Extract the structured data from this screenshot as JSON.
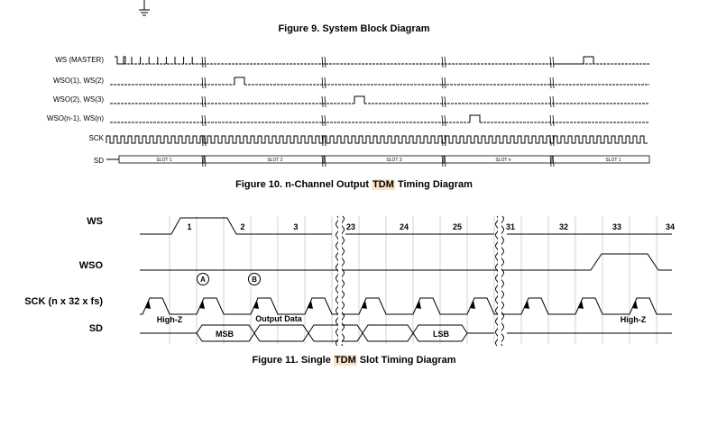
{
  "captions": {
    "fig9": "Figure 9. System Block Diagram",
    "fig10_pre": "Figure 10. n-Channel Output ",
    "fig10_hl": "TDM",
    "fig10_post": " Timing Diagram",
    "fig11_pre": "Figure 11. Single ",
    "fig11_hl": "TDM",
    "fig11_post": " Slot Timing Diagram"
  },
  "fig10": {
    "signals": [
      "WS (MASTER)",
      "WSO(1), WS(2)",
      "WSO(2), WS(3)",
      "WSO(n-1), WS(n)",
      "SCK",
      "SD"
    ],
    "slots": [
      "SLOT 1",
      "SLOT 2",
      "SLOT 3",
      "SLOT n",
      "SLOT 1"
    ]
  },
  "fig11": {
    "signals": [
      "WS",
      "WSO",
      "SCK (n x 32 x fs)",
      "SD"
    ],
    "ticks": [
      "1",
      "2",
      "3",
      "23",
      "24",
      "25",
      "31",
      "32",
      "33",
      "34"
    ],
    "markers": [
      "A",
      "B"
    ],
    "labels": {
      "highz_left": "High-Z",
      "output_data": "Output Data",
      "msb": "MSB",
      "lsb": "LSB",
      "highz_right": "High-Z"
    }
  },
  "colors": {
    "highlight": "#fbe3c8",
    "grid": "#c8c8c8"
  }
}
